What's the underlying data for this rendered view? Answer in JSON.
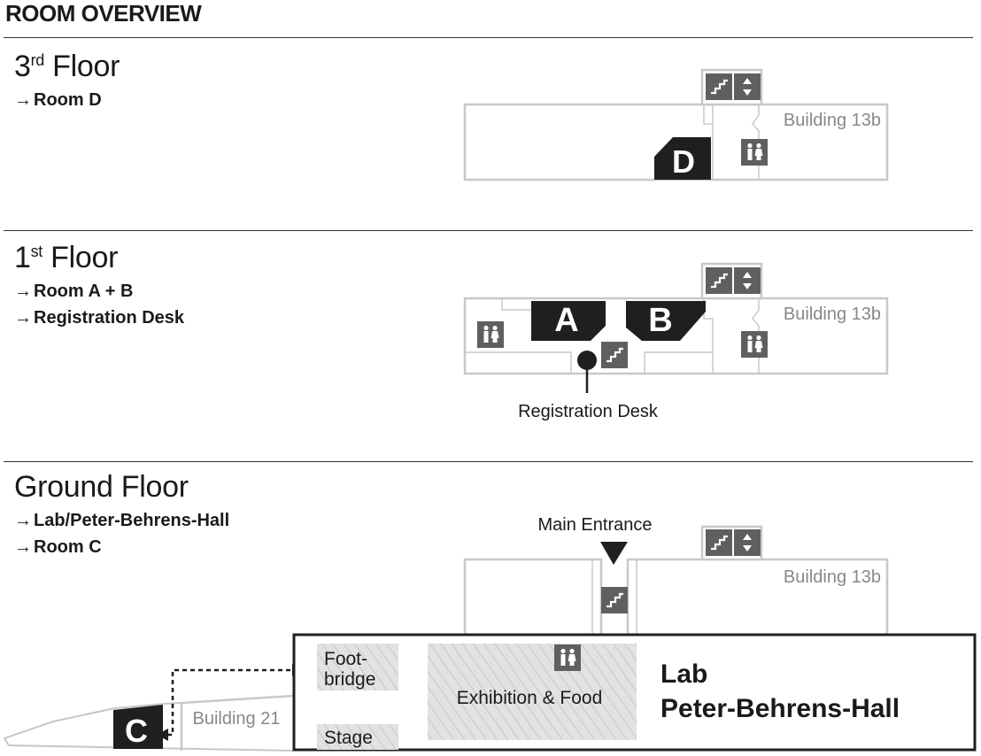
{
  "page": {
    "title": "ROOM OVERVIEW"
  },
  "colors": {
    "wall": "#c8c8c8",
    "room_fill": "#1f1f1f",
    "icon_fill": "#5f5f5f",
    "hatch": "#dcdcdc",
    "text_gray": "#888888"
  },
  "floors": [
    {
      "name_base": "3",
      "name_sup": "rd",
      "name_rest": " Floor",
      "links": [
        "Room D"
      ],
      "map": {
        "building_label": "Building 13b",
        "rooms": [
          "D"
        ]
      }
    },
    {
      "name_base": "1",
      "name_sup": "st",
      "name_rest": " Floor",
      "links": [
        "Room A + B",
        "Registration Desk"
      ],
      "map": {
        "building_label": "Building 13b",
        "rooms": [
          "A",
          "B"
        ],
        "callout": "Registration Desk"
      }
    },
    {
      "name_base": "Ground Floor",
      "name_sup": "",
      "name_rest": "",
      "links": [
        "Lab/Peter-Behrens-Hall",
        "Room C"
      ],
      "map": {
        "building_label": "Building 13b",
        "main_entrance": "Main Entrance",
        "building_21": "Building 21",
        "room_c": "C",
        "footbridge_line1": "Foot-",
        "footbridge_line2": "bridge",
        "stage": "Stage",
        "exhibition": "Exhibition & Food",
        "hall_line1": "Lab",
        "hall_line2": "Peter-Behrens-Hall"
      }
    }
  ],
  "link_arrow": "→",
  "icons": [
    "stairs-icon",
    "elevator-icon",
    "restroom-icon"
  ]
}
